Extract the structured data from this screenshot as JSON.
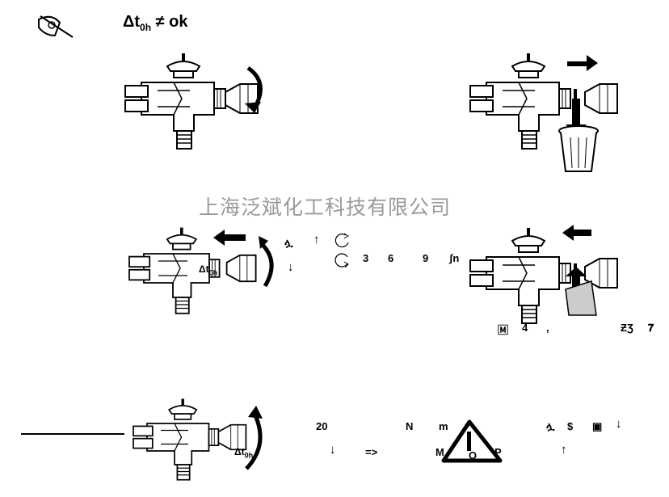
{
  "header": {
    "delta_symbol": "Δt",
    "sub": "0h",
    "not_equal": "≠",
    "ok": "ok"
  },
  "watermark": "上海泛斌化工科技有限公司",
  "step3": {
    "label_delta": "Δt",
    "label_sub": "0h",
    "glyph": "ሏ",
    "arrow_up": "↑",
    "arrow_down": "↓",
    "values": [
      "3",
      "6",
      "9",
      "ʃn"
    ]
  },
  "step4": {
    "texts": [
      "🄼",
      "4",
      ",",
      "ƵƷ",
      "𝟕"
    ]
  },
  "step5": {
    "label_delta": "Δt",
    "label_sub": "0h",
    "row1": [
      "20",
      "N",
      "m"
    ],
    "row2": [
      "↓",
      "=>",
      "M",
      "O",
      "P"
    ],
    "right_row1": [
      "ሏ",
      "$",
      "▣",
      "↓"
    ],
    "right_row2": "↑"
  }
}
